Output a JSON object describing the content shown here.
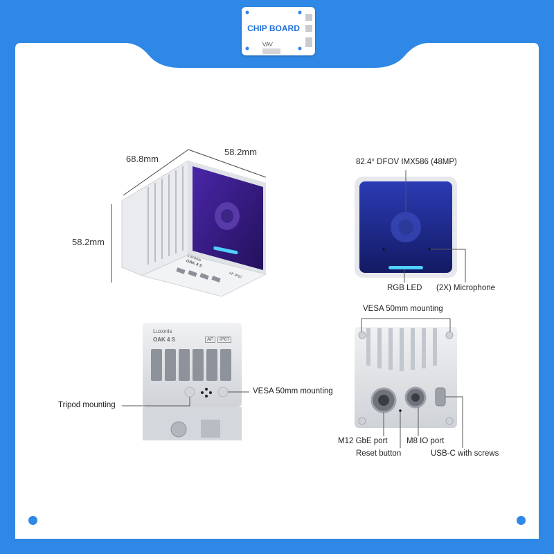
{
  "brand": {
    "logo_text": "CHIP BOARD",
    "logo_sub": "VAV"
  },
  "views": {
    "iso": {
      "dim_depth": "68.8mm",
      "dim_width": "58.2mm",
      "dim_height": "58.2mm",
      "device_brand": "Luxonis",
      "device_model": "OAK 4 S",
      "device_badges": "AF  IP67"
    },
    "front": {
      "title": "82.4° DFOV IMX586 (48MP)",
      "label_led": "RGB LED",
      "label_mic": "(2X) Microphone"
    },
    "bottom": {
      "device_brand": "Luxonis",
      "device_model": "OAK 4 S",
      "badge_af": "AF",
      "badge_ip": "IP67",
      "label_tripod": "Tripod mounting",
      "label_vesa": "VESA 50mm mounting"
    },
    "back": {
      "label_vesa": "VESA 50mm mounting",
      "label_m12": "M12 GbE port",
      "label_reset": "Reset button",
      "label_m8": "M8 IO port",
      "label_usbc": "USB-C with screws"
    }
  },
  "colors": {
    "accent": "#2f88e6",
    "lens_purple": "#3a1f8a",
    "front_blue": "#1e2a8f",
    "led_cyan": "#4fd0ff",
    "body_grey": "#e4e6ea"
  }
}
